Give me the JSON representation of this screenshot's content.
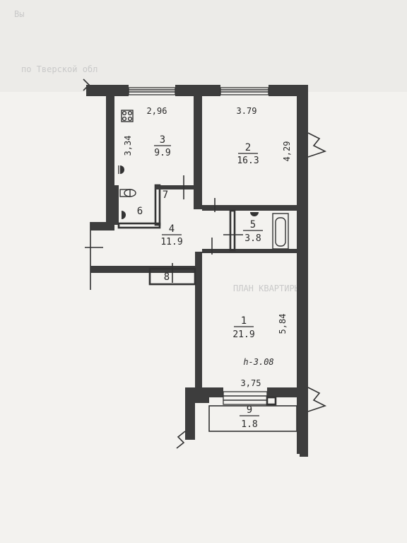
{
  "faint_lines": [
    "Вы",
    "по Тверской обл",
    "ПЛАН КВАРТИРЫ"
  ],
  "rooms": [
    {
      "number": "1",
      "area": "21.9"
    },
    {
      "number": "2",
      "area": "16.3"
    },
    {
      "number": "3",
      "area": "9.9"
    },
    {
      "number": "4",
      "area": "11.9"
    },
    {
      "number": "5",
      "area": "3.8"
    },
    {
      "number": "6"
    },
    {
      "number": "7"
    },
    {
      "number": "8"
    },
    {
      "number": "9",
      "area": "1.8"
    }
  ],
  "dimensions": {
    "room3_width": "2,96",
    "room3_depth": "3,34",
    "room2_width": "3.79",
    "room2_depth": "4,29",
    "room1_depth": "5,84",
    "room1_width": "3,75"
  },
  "ceiling_height": "h-3.08",
  "colors": {
    "ink": "#2a2a2a",
    "wall": "#3d3d3d",
    "paper": "#f3f2ef"
  }
}
